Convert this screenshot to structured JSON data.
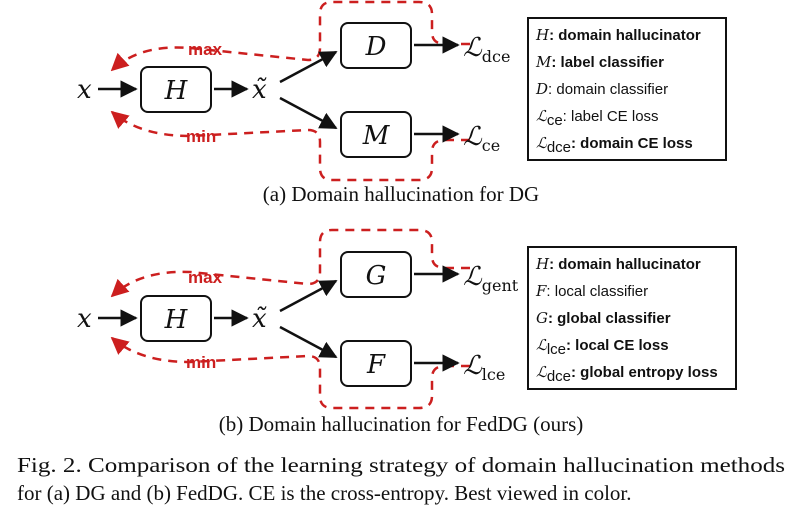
{
  "panel_a": {
    "input": "x",
    "hallucinator": "H",
    "output": "x̃",
    "top_node": "D",
    "bottom_node": "M",
    "top_loss": "dce",
    "bottom_loss": "ce",
    "max_label": "max",
    "min_label": "min",
    "legend": [
      {
        "sym": "H",
        "sub": "",
        "text": ": domain hallucinator",
        "bold": true
      },
      {
        "sym": "M",
        "sub": "",
        "text": ": label classifier",
        "bold": true
      },
      {
        "sym": "D",
        "sub": "",
        "text": ": domain classifier",
        "bold": false
      },
      {
        "sym": "ℒ",
        "sub": "ce",
        "text": ": label CE loss",
        "bold": false
      },
      {
        "sym": "ℒ",
        "sub": "dce",
        "text": ": domain CE loss",
        "bold": true
      }
    ],
    "caption": "(a) Domain hallucination for DG"
  },
  "panel_b": {
    "input": "x",
    "hallucinator": "H",
    "output": "x̃",
    "top_node": "G",
    "bottom_node": "F",
    "top_loss": "gent",
    "bottom_loss": "lce",
    "max_label": "max",
    "min_label": "min",
    "legend": [
      {
        "sym": "H",
        "sub": "",
        "text": ": domain hallucinator",
        "bold": true
      },
      {
        "sym": "F",
        "sub": "",
        "text": ": local classifier",
        "bold": false
      },
      {
        "sym": "G",
        "sub": "",
        "text": ": global classifier",
        "bold": true
      },
      {
        "sym": "ℒ",
        "sub": "lce",
        "text": ": local CE loss",
        "bold": true
      },
      {
        "sym": "ℒ",
        "sub": "dce",
        "text": ": global entropy loss",
        "bold": true
      }
    ],
    "caption": "(b) Domain hallucination for FedDG (ours)"
  },
  "figure_caption": {
    "line1": "Fig. 2.  Comparison of the learning strategy of domain hallucination methods",
    "line2": "for (a) DG and (b) FedDG. CE is the cross-entropy. Best viewed in color."
  },
  "colors": {
    "accent": "#cc1f1f",
    "ink": "#111111"
  }
}
